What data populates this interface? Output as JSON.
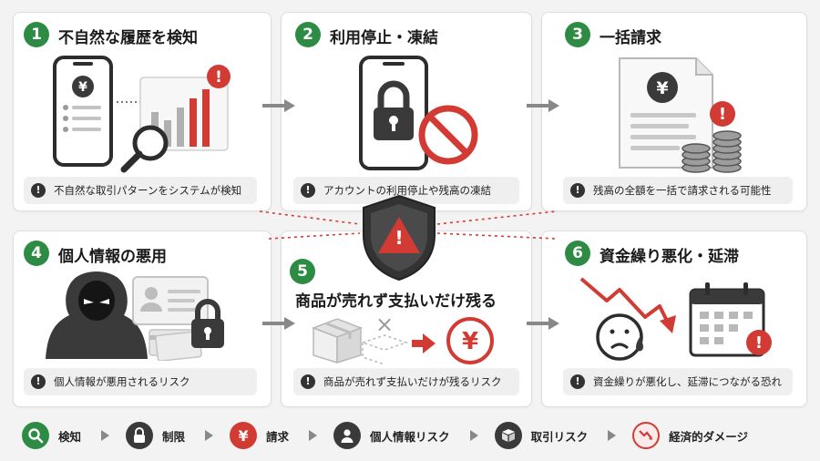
{
  "steps": [
    {
      "num": "1",
      "title": "不自然な履歴を検知",
      "note": "不自然な取引パターンをシステムが検知",
      "icon": "phone-chart-search-icon"
    },
    {
      "num": "2",
      "title": "利用停止・凍結",
      "note": "アカウントの利用停止や残高の凍結",
      "icon": "phone-lock-prohibited-icon"
    },
    {
      "num": "3",
      "title": "一括請求",
      "note": "残高の全額を一括で請求される可能性",
      "icon": "invoice-yen-coins-icon"
    },
    {
      "num": "4",
      "title": "個人情報の悪用",
      "note": "個人情報が悪用されるリスク",
      "icon": "hacker-idcard-lock-icon"
    },
    {
      "num": "5",
      "title": "商品が売れず支払いだけ残る",
      "note": "商品が売れず支払いだけが残るリスク",
      "icon": "box-yen-icon"
    },
    {
      "num": "6",
      "title": "資金繰り悪化・延滞",
      "note": "資金繰りが悪化し、延滞につながる恐れ",
      "icon": "sad-face-calendar-icon"
    }
  ],
  "center_badge": {
    "icon": "shield-warning-icon",
    "symbol": "!"
  },
  "legend": [
    {
      "label": "検知",
      "icon": "search-icon",
      "color": "#2e8b44",
      "glyph": "search"
    },
    {
      "label": "制限",
      "icon": "lock-icon",
      "color": "#3a3a3a",
      "glyph": "lock"
    },
    {
      "label": "請求",
      "icon": "yen-icon",
      "color": "#d23b34",
      "glyph": "¥"
    },
    {
      "label": "個人情報リスク",
      "icon": "person-icon",
      "color": "#3a3a3a",
      "glyph": "person"
    },
    {
      "label": "取引リスク",
      "icon": "box-icon",
      "color": "#3a3a3a",
      "glyph": "box"
    },
    {
      "label": "経済的ダメージ",
      "icon": "trend-down-icon",
      "color": "#d23b34",
      "glyph": "trend"
    }
  ],
  "glyphs": {
    "yen": "¥",
    "alert": "!",
    "cross": "×"
  },
  "colors": {
    "green": "#2e8b44",
    "red": "#d23b34",
    "dark": "#3a3a3a",
    "gray": "#888888"
  }
}
